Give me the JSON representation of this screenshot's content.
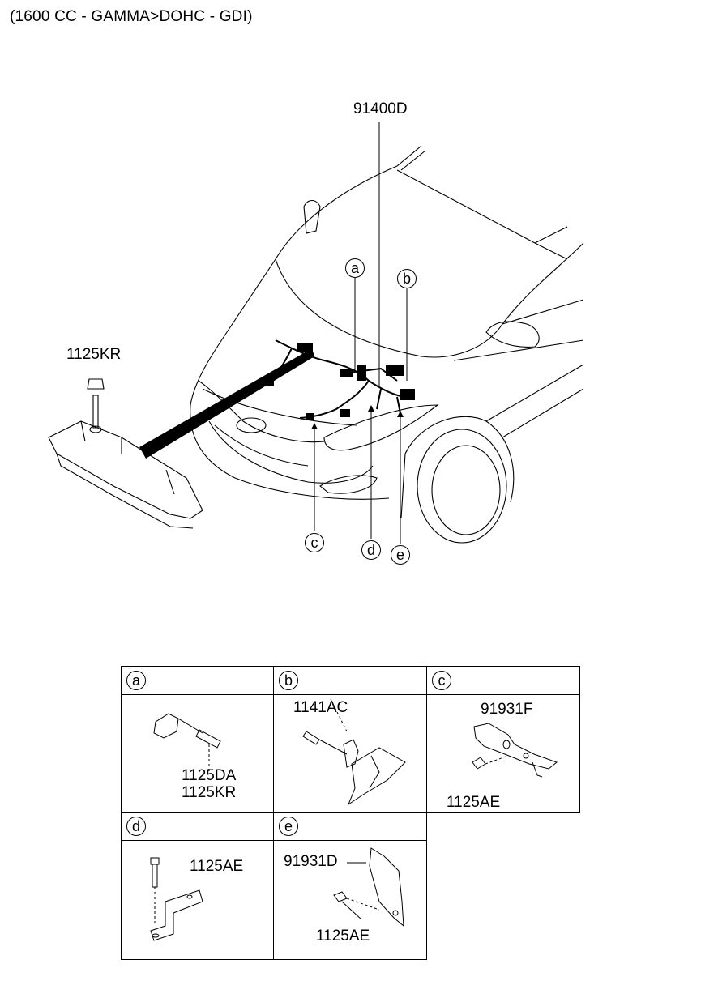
{
  "header": {
    "title": "(1600 CC - GAMMA>DOHC - GDI)"
  },
  "main_diagram": {
    "harness_part": "91400D",
    "bolt_part": "1125KR",
    "callouts": [
      "a",
      "b",
      "c",
      "d",
      "e"
    ]
  },
  "detail_table": {
    "cells": [
      {
        "key": "a",
        "parts": [
          "1125DA",
          "1125KR"
        ]
      },
      {
        "key": "b",
        "parts": [
          "1141AC"
        ]
      },
      {
        "key": "c",
        "parts": [
          "91931F",
          "1125AE"
        ]
      },
      {
        "key": "d",
        "parts": [
          "1125AE"
        ]
      },
      {
        "key": "e",
        "parts": [
          "91931D",
          "1125AE"
        ]
      }
    ]
  }
}
